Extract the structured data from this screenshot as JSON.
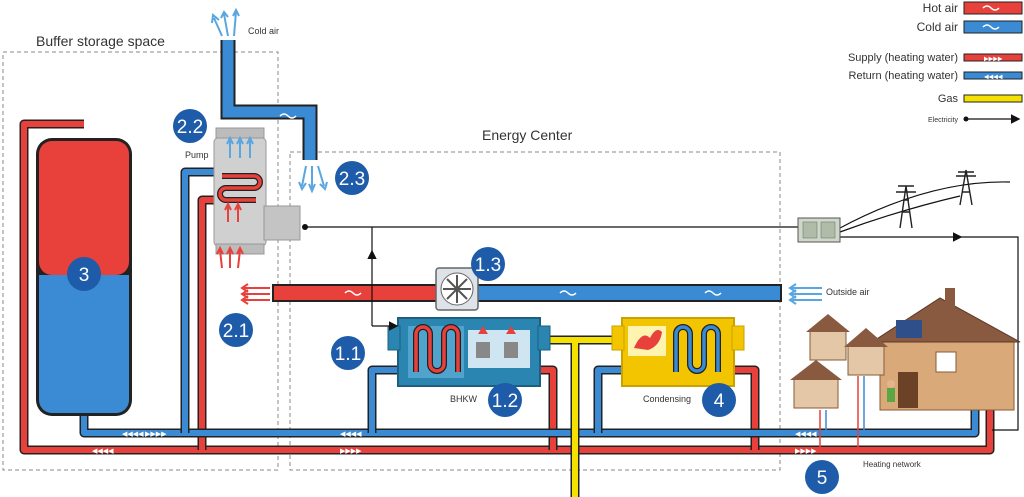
{
  "legend": {
    "hot_air": "Hot air",
    "cold_air": "Cold air",
    "supply": "Supply (heating water)",
    "return": "Return (heating water)",
    "gas": "Gas",
    "electricity": "Electricity"
  },
  "areas": {
    "buffer": "Buffer storage space",
    "energy_center": "Energy Center"
  },
  "labels": {
    "cold_air_top": "Cold air",
    "pump": "Pump",
    "outside_air": "Outside air",
    "bhkw": "BHKW",
    "condensing": "Condensing",
    "heating_network": "Heating network"
  },
  "badges": {
    "b3": "3",
    "b22": "2.2",
    "b23": "2.3",
    "b13": "1.3",
    "b21": "2.1",
    "b11": "1.1",
    "b12": "1.2",
    "b4": "4",
    "b5": "5"
  },
  "colors": {
    "hot": "#e8413c",
    "cold": "#3a8ad4",
    "gas": "#f5e100",
    "badge": "#1e5ba8",
    "machine": "#2a86b0",
    "boiler": "#f2c500"
  }
}
